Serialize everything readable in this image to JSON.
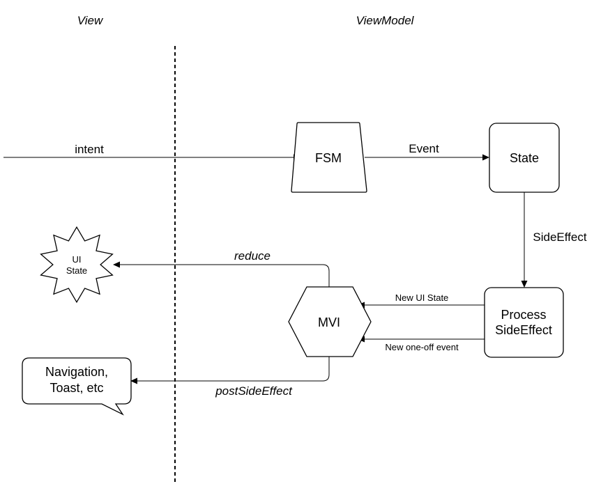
{
  "columns": {
    "view": "View",
    "viewmodel": "ViewModel"
  },
  "nodes": {
    "fsm": "FSM",
    "state": "State",
    "process_line1": "Process",
    "process_line2": "SideEffect",
    "mvi": "MVI",
    "ui_state_line1": "UI",
    "ui_state_line2": "State",
    "navigation_line1": "Navigation,",
    "navigation_line2": "Toast, etc"
  },
  "edges": {
    "intent": "intent",
    "event": "Event",
    "side_effect": "SideEffect",
    "new_ui_state": "New UI State",
    "new_one_off_event": "New one-off event",
    "reduce": "reduce",
    "post_side_effect": "postSideEffect"
  }
}
